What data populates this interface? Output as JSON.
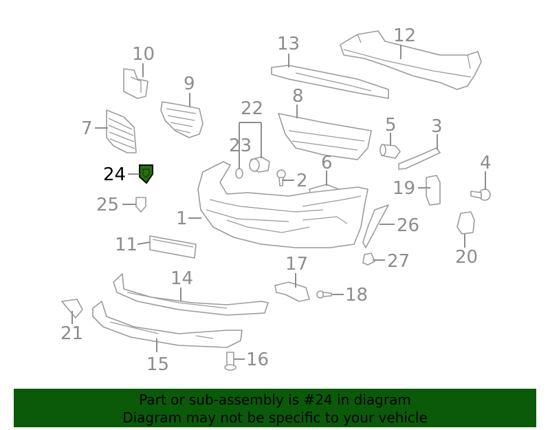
{
  "labels": {
    "p1": "1",
    "p2": "2",
    "p3": "3",
    "p4": "4",
    "p5": "5",
    "p7": "7",
    "p8": "8",
    "p9": "9",
    "p10": "10",
    "p11": "11",
    "p12": "12",
    "p13": "13",
    "p14": "14",
    "p15": "15",
    "p16": "16",
    "p17": "17",
    "p18": "18",
    "p19": "19",
    "p20": "20",
    "p21": "21",
    "p22": "22",
    "p23": "23",
    "p24": "24",
    "p25": "25",
    "p26": "26",
    "p27": "27",
    "p6": "6"
  },
  "highlight": {
    "part": "24",
    "color": "#2a6e0a"
  },
  "banner": {
    "line1": "Part or sub-assembly is #24 in diagram",
    "line2": "Diagram may not be specific to your vehicle",
    "background": "#0a5a0a"
  }
}
